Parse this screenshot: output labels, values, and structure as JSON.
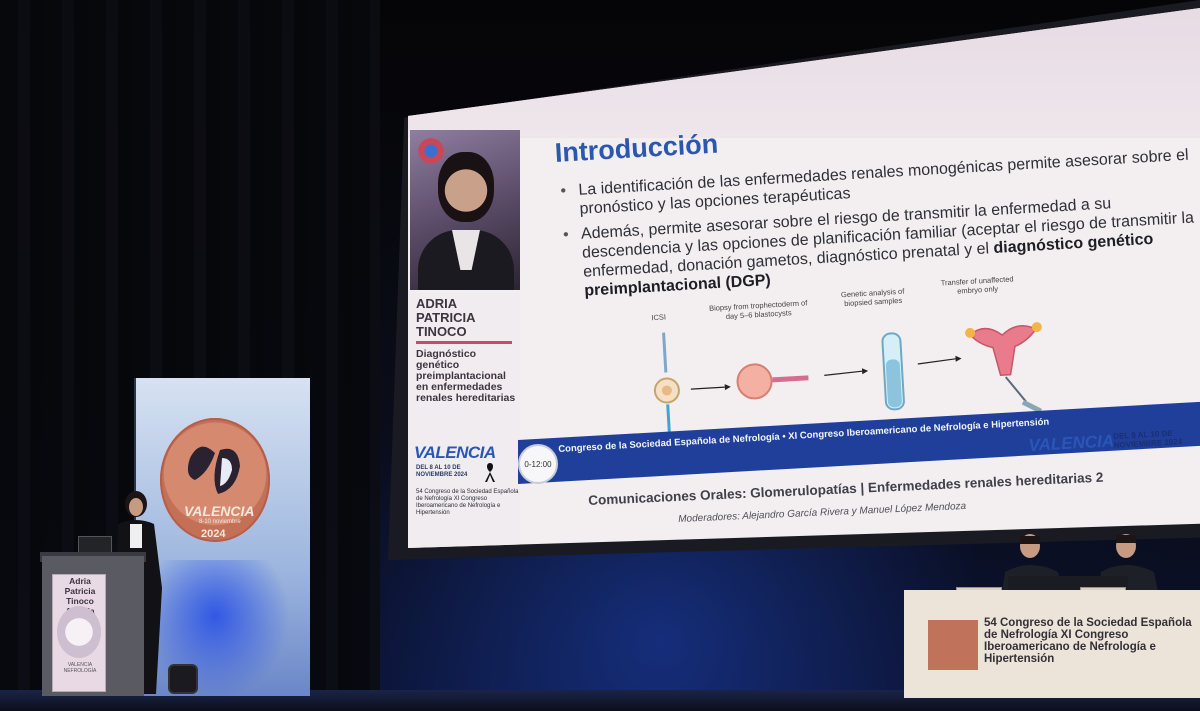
{
  "slide": {
    "title": "Introducción",
    "bullet_1": "La identificación de las enfermedades renales monogénicas permite asesorar sobre el pronóstico y las opciones terapéuticas",
    "bullet_2_text": "Además, permite asesorar sobre el riesgo de transmitir la enfermedad a su descendencia y las opciones de planificación familiar (aceptar el riesgo de transmitir la enfermedad, donación gametos, diagnóstico prenatal y el ",
    "bullet_2_bold": "diagnóstico genético preimplantacional (DGP)",
    "diagram": {
      "step_1": "ICSI",
      "step_2": "Biopsy from trophectoderm of day 5–6 blastocysts",
      "step_3": "Genetic analysis of biopsied samples",
      "step_4": "Transfer of unaffected embryo only"
    }
  },
  "speaker_panel": {
    "name": "ADRIA PATRICIA TINOCO",
    "talk_title": "Diagnóstico genético preimplantacional en enfermedades renales hereditarias",
    "city": "VALENCIA",
    "dates": "DEL 8 AL 10 DE NOVIEMBRE 2024",
    "congress": "54 Congreso de la Sociedad Española de Nefrología XI Congreso Iberoamericano de Nefrología e Hipertensión"
  },
  "band": {
    "timer": "0-12:00",
    "text": "Congreso de la Sociedad Española de Nefrología  •  XI Congreso Iberoamericano de Nefrología e Hipertensión",
    "city": "VALENCIA",
    "dates": "DEL 8 AL 10 DE NOVIEMBRE 2024"
  },
  "session": {
    "title": "Comunicaciones Orales: Glomerulopatías | Enfermedades renales hereditarias 2",
    "moderators": "Moderadores: Alejandro García Rivera y Manuel López Mendoza"
  },
  "standee": {
    "city": "VALENCIA",
    "date": "8-10 noviembre",
    "year": "2024"
  },
  "podium": {
    "name": "Adria Patricia Tinoco Aranda",
    "sub": "VALENCIA NEFROLOGÍA"
  },
  "table": {
    "text": "54 Congreso de la Sociedad Española de Nefrología XI Congreso Iberoamericano de Nefrología e Hipertensión"
  },
  "colors": {
    "accent_blue": "#2a57b0",
    "band_blue": "#1f3f9b",
    "accent_pink": "#c54c6b"
  }
}
